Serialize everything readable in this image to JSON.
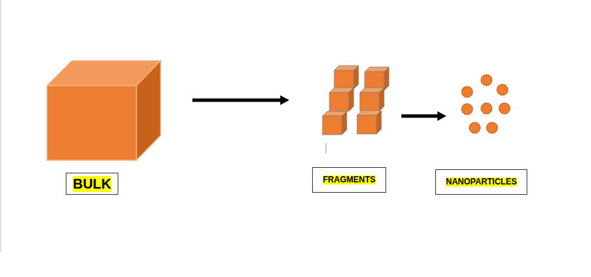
{
  "diagram": {
    "nodes": [
      {
        "text": [
          "BULK"
        ]
      },
      {
        "text": [
          "FRAGMENTS"
        ]
      },
      {
        "text": [
          "NANOPARTICLES"
        ]
      }
    ],
    "edges": [
      {
        "from": 0,
        "to": 1,
        "arrow": "to"
      },
      {
        "from": 1,
        "to": 2,
        "arrow": "to"
      }
    ]
  }
}
